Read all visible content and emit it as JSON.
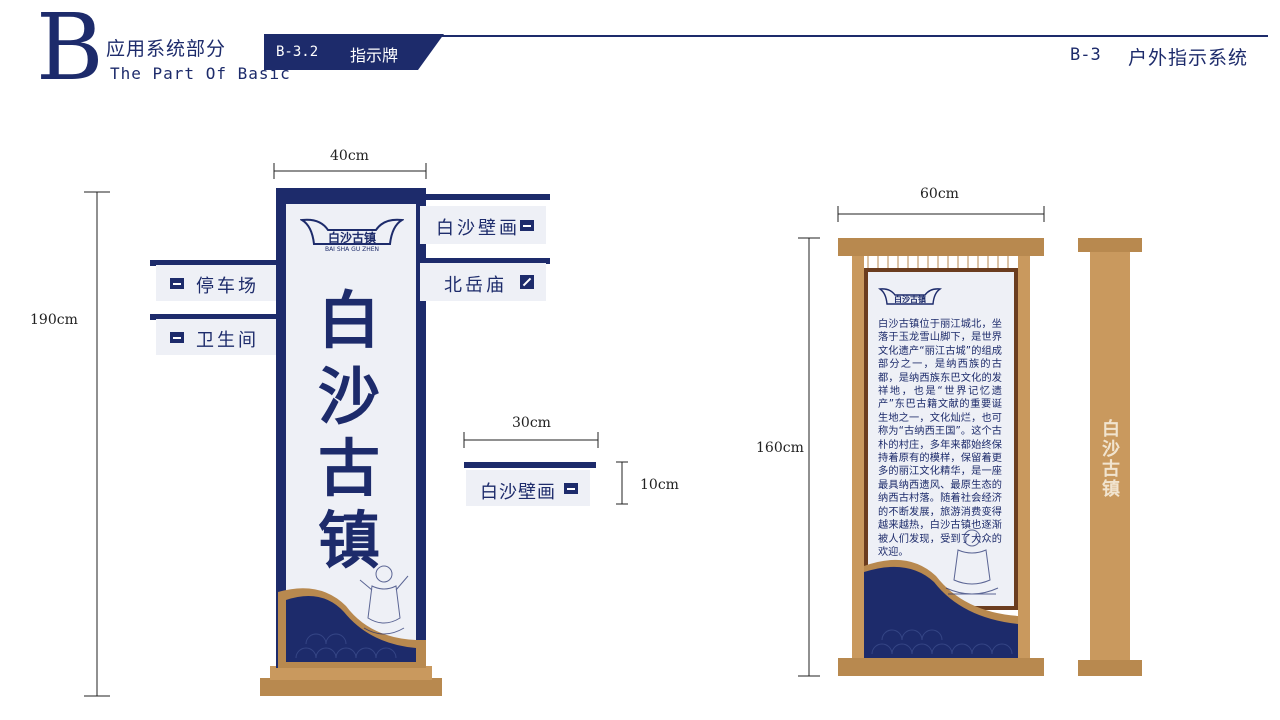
{
  "header": {
    "letter": "B",
    "title_cn": "应用系统部分",
    "title_en": "The Part Of Basic",
    "tab_code": "B-3.2",
    "tab_name": "指示牌",
    "section_code": "B-3",
    "section_name": "户外指示系统"
  },
  "left_sign": {
    "width_label": "40cm",
    "height_label": "190cm",
    "logo_text": "白沙古镇",
    "logo_sub": "BAI SHA GU ZHEN",
    "main_chars": [
      "白",
      "沙",
      "古",
      "镇"
    ],
    "arrows_right": [
      {
        "label": "白沙壁画",
        "icon": "minus-icon"
      },
      {
        "label": "北岳庙",
        "icon": "pencil-icon"
      }
    ],
    "arrows_left": [
      {
        "label": "停车场",
        "icon": "minus-icon"
      },
      {
        "label": "卫生间",
        "icon": "minus-icon"
      }
    ]
  },
  "detail_sign": {
    "width_label": "30cm",
    "height_label": "10cm",
    "label": "白沙壁画"
  },
  "right_sign": {
    "width_label": "60cm",
    "height_label": "160cm",
    "logo_text": "白沙古镇",
    "description": "白沙古镇位于丽江城北，坐落于玉龙雪山脚下，是世界文化遗产“丽江古城”的组成部分之一，是纳西族的古都，是纳西族东巴文化的发祥地，也是“世界记忆遗产”东巴古籍文献的重要诞生地之一，文化灿烂，也可称为“古纳西王国”。这个古朴的村庄，多年来都始终保持着原有的模样，保留着更多的丽江文化精华，是一座最具纳西遗风、最原生态的纳西古村落。随着社会经济的不断发展，旅游消费变得越来越热，白沙古镇也逐渐被人们发现，受到了大众的欢迎。",
    "side_chars": [
      "白",
      "沙",
      "古",
      "镇"
    ]
  },
  "colors": {
    "navy": "#1d2b6b",
    "gold": "#b8894f",
    "panel": "#eef0f6"
  }
}
